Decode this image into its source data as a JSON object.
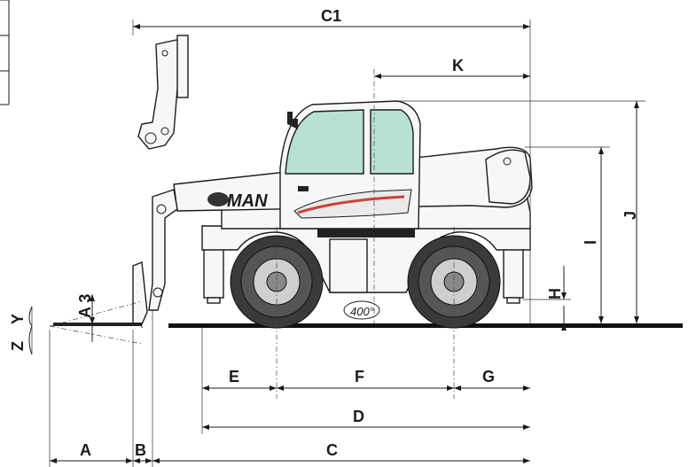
{
  "labels": {
    "C1": "C1",
    "K": "K",
    "J": "J",
    "I": "I",
    "H": "H",
    "A3": "A 3",
    "Y": "Y",
    "Z": "Z",
    "E": "E",
    "F": "F",
    "G": "G",
    "D": "D",
    "A": "A",
    "B": "B",
    "C": "C"
  },
  "machine": {
    "brand_text": "MAN",
    "rotation_badge": "400°"
  },
  "colors": {
    "glass": "#b8e1d3",
    "accent_stripe": "#c8423a",
    "lines": "#1a1a1a"
  }
}
